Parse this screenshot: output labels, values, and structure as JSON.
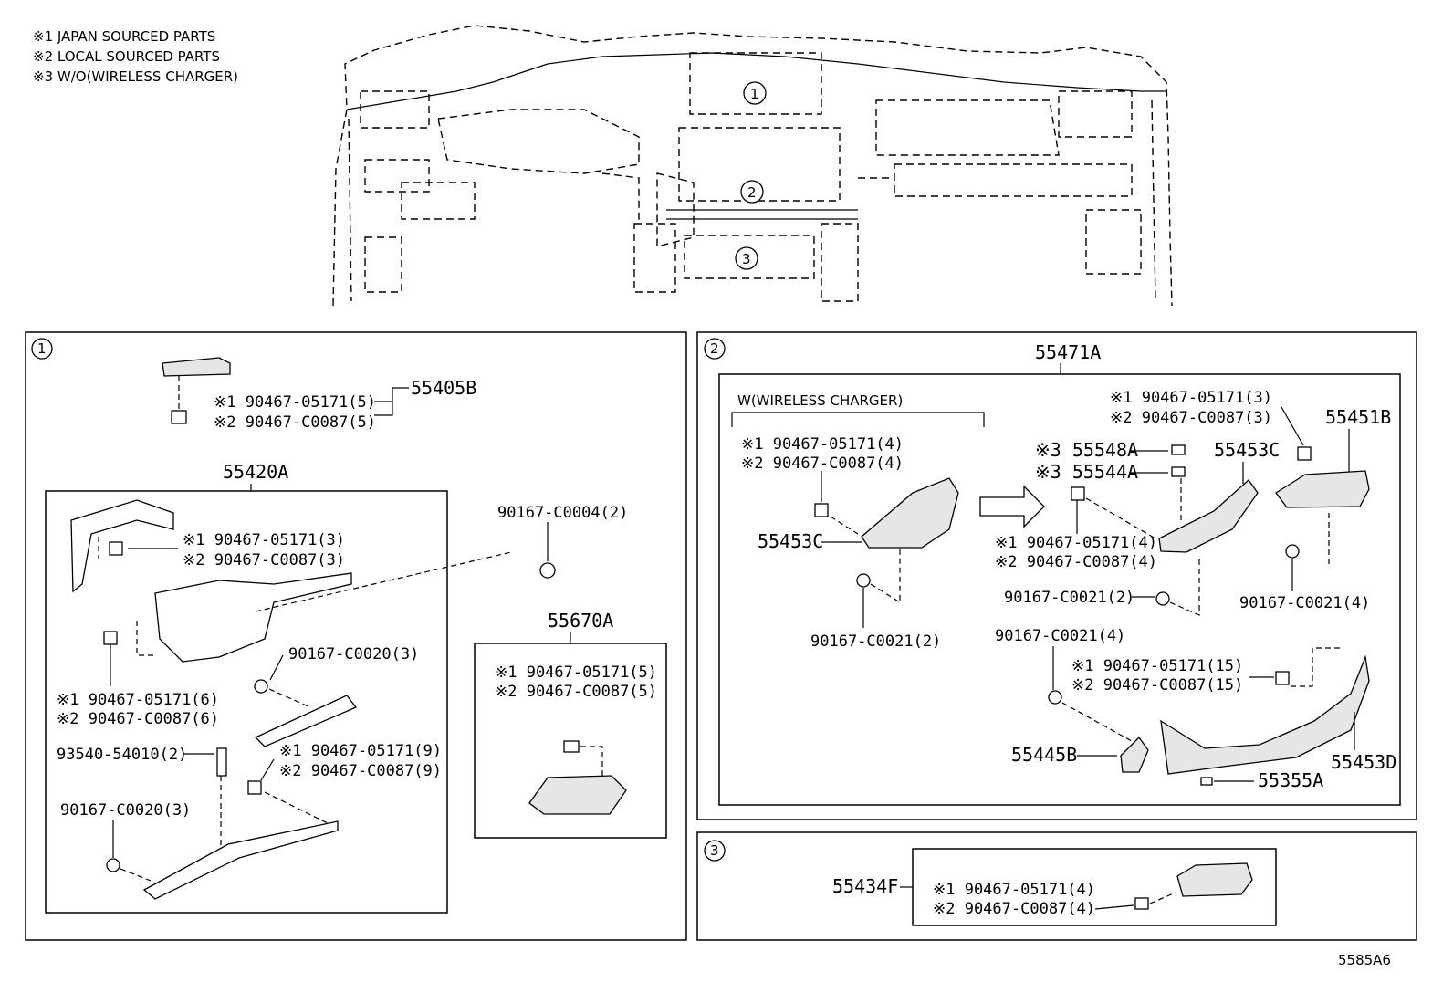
{
  "notes": [
    "※1 JAPAN SOURCED PARTS",
    "※2 LOCAL SOURCED PARTS",
    "※3 W/O(WIRELESS CHARGER)"
  ],
  "overview": {
    "callout_1": "1",
    "callout_2": "2",
    "callout_3": "3"
  },
  "section1": {
    "callout": "1",
    "p55405B": "55405B",
    "p55405B_c1": "※1 90467-05171(5)",
    "p55405B_c2": "※2 90467-C0087(5)",
    "p55420A": "55420A",
    "clip3_1": "※1 90467-05171(3)",
    "clip3_2": "※2 90467-C0087(3)",
    "screw_c0004": "90167-C0004(2)",
    "clip6_1": "※1 90467-05171(6)",
    "clip6_2": "※2 90467-C0087(6)",
    "screw_c0020_a": "90167-C0020(3)",
    "bolt_54010": "93540-54010(2)",
    "clip9_1": "※1 90467-05171(9)",
    "clip9_2": "※2 90467-C0087(9)",
    "screw_c0020_b": "90167-C0020(3)",
    "p55670A": "55670A",
    "clip5_1": "※1 90467-05171(5)",
    "clip5_2": "※2 90467-C0087(5)"
  },
  "section2": {
    "callout": "2",
    "p55471A": "55471A",
    "w_wireless": "W(WIRELESS CHARGER)",
    "w_clip4_1": "※1 90467-05171(4)",
    "w_clip4_2": "※2 90467-C0087(4)",
    "p55453C_left": "55453C",
    "screw_c0021_left": "90167-C0021(2)",
    "p55451B_clip3_1": "※1 90467-05171(3)",
    "p55451B_clip3_2": "※2 90467-C0087(3)",
    "p55451B": "55451B",
    "p55548A": "※3 55548A",
    "p55544A": "※3 55544A",
    "p55453C_right": "55453C",
    "r_clip4_1": "※1 90467-05171(4)",
    "r_clip4_2": "※2 90467-C0087(4)",
    "screw_c0021_2": "90167-C0021(2)",
    "screw_c0021_4r": "90167-C0021(4)",
    "screw_c0021_4": "90167-C0021(4)",
    "clip15_1": "※1 90467-05171(15)",
    "clip15_2": "※2 90467-C0087(15)",
    "p55445B": "55445B",
    "p55453D": "55453D",
    "p55355A": "55355A"
  },
  "section3": {
    "callout": "3",
    "p55434F": "55434F",
    "clip4_1": "※1 90467-05171(4)",
    "clip4_2": "※2 90467-C0087(4)"
  },
  "figure_id": "5585A6"
}
